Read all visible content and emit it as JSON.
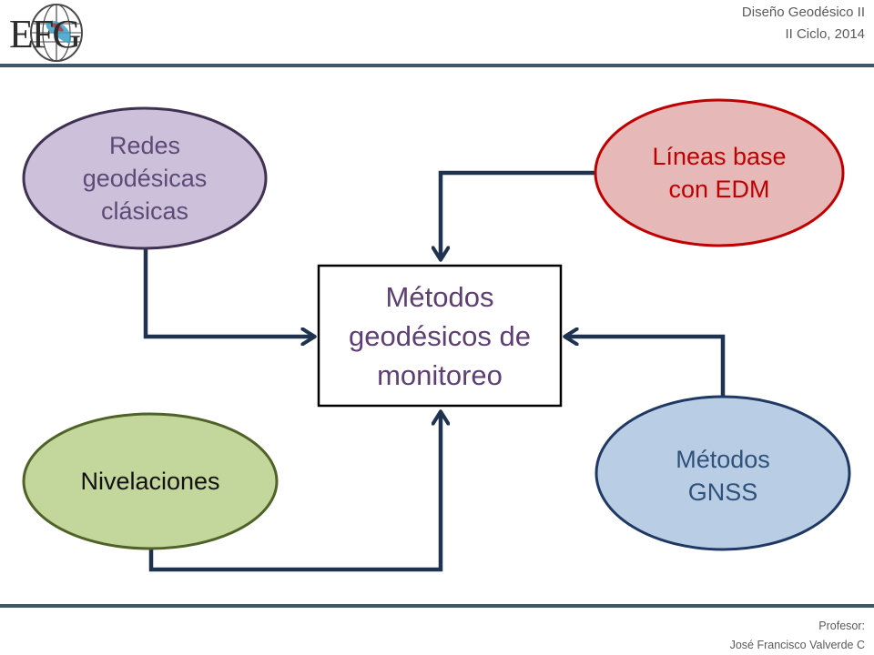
{
  "header": {
    "logo_text": "EFG",
    "course_line1": "Diseño Geodésico II",
    "course_line2": "II Ciclo, 2014"
  },
  "diagram": {
    "center": "Métodos geodésicos de monitoreo",
    "redes": "Redes geodésicas clásicas",
    "lineas": "Líneas base con EDM",
    "nivelaciones": "Nivelaciones",
    "gnss": "Métodos GNSS"
  },
  "footer": {
    "prof_label": "Profesor:",
    "prof_name": "José Francisco Valverde C"
  },
  "colors": {
    "redes_fill": "#ccc0da",
    "redes_stroke": "#3f3151",
    "lineas_fill": "#e6b9b8",
    "lineas_stroke": "#c00000",
    "niv_fill": "#c3d69b",
    "niv_stroke": "#4f6228",
    "gnss_fill": "#b9cde5",
    "gnss_stroke": "#1f3864",
    "connector": "#1f3350"
  }
}
